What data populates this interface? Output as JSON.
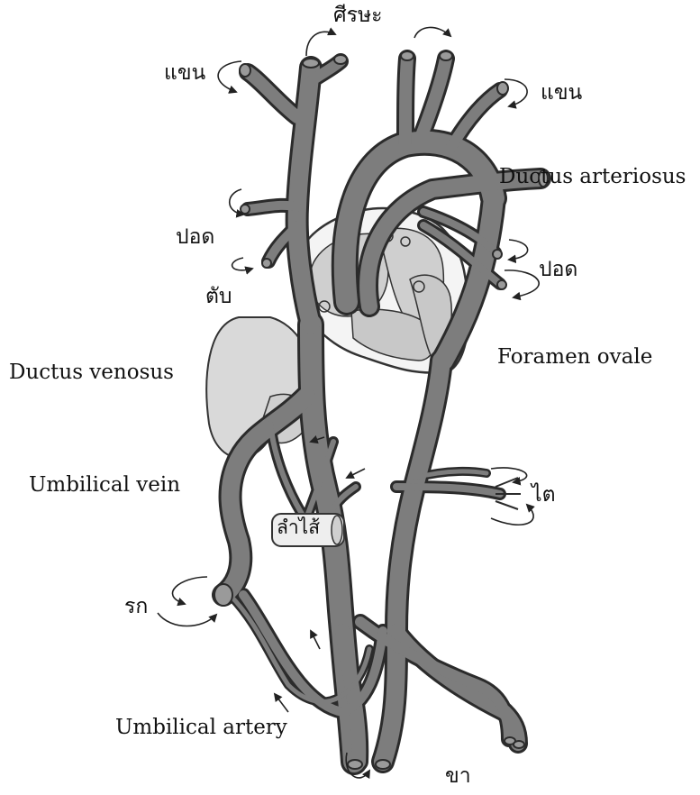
{
  "labels": {
    "head": "ศีรษะ",
    "arm_left": "แขน",
    "arm_right": "แขน",
    "ductus_arteriosus": "Ductus arteriosus",
    "lung_left": "ปอด",
    "lung_right": "ปอด",
    "liver": "ตับ",
    "ductus_venosus": "Ductus venosus",
    "foramen_ovale": "Foramen ovale",
    "umbilical_vein": "Umbilical vein",
    "kidney": "ไต",
    "intestine": "ลำไส้",
    "placenta": "รก",
    "umbilical_artery": "Umbilical artery",
    "leg": "ขา"
  },
  "colors": {
    "vessel": "#7d7d7d",
    "vessel_outline": "#2b2b2b",
    "heart_fill": "#d6d6d6",
    "liver_fill": "#d9d9d9",
    "arrow": "#222222"
  }
}
